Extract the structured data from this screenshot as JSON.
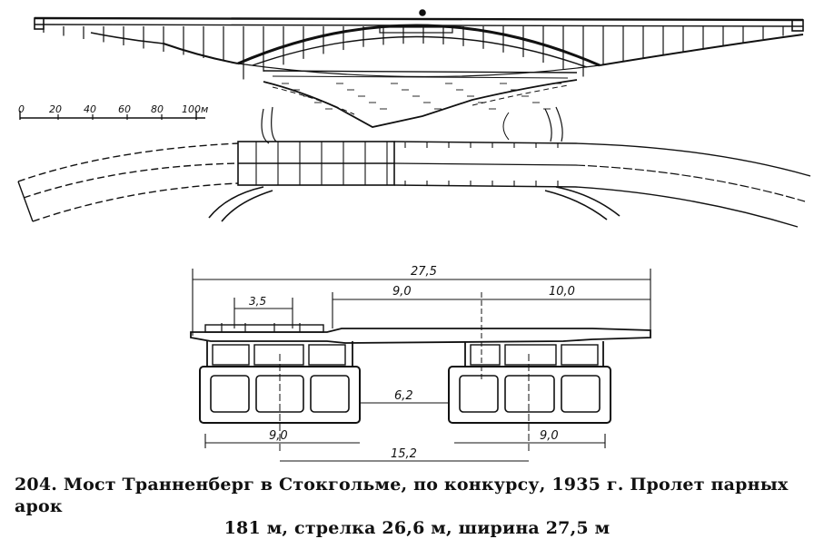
{
  "scale_bar": {
    "ticks": [
      "0",
      "20",
      "40",
      "60",
      "80",
      "100м"
    ]
  },
  "section": {
    "dim_total": "27,5",
    "dim_left_span": "9,0",
    "dim_right_span": "10,0",
    "dim_lane": "3,5",
    "dim_gap": "6,2",
    "dim_base_left": "9,0",
    "dim_base_right": "9,0",
    "dim_axes": "15,2"
  },
  "caption": {
    "line1": "204. Мост Транненберг в Стокгольме, по конкурсу, 1935 г. Пролет парных арок",
    "line2": "181 м, стрелка 26,6 м, ширина 27,5 м"
  }
}
